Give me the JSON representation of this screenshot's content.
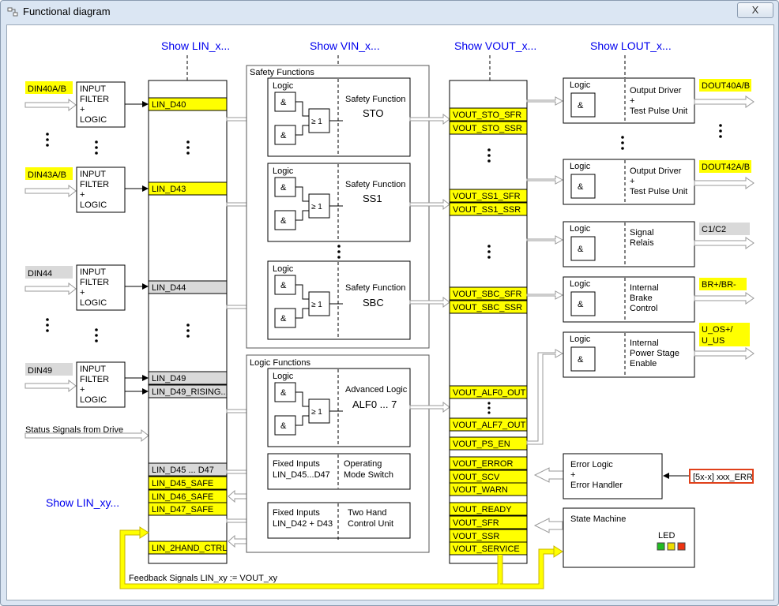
{
  "window": {
    "title": "Functional diagram",
    "close_label": "X"
  },
  "links": {
    "show_lin": "Show LIN_x...",
    "show_vin": "Show VIN_x...",
    "show_vout": "Show VOUT_x...",
    "show_lout": "Show LOUT_x...",
    "show_lin_xy": "Show LIN_xy..."
  },
  "inputs": [
    {
      "label": "DIN40A/B",
      "color": "#ffff00"
    },
    {
      "label": "DIN43A/B",
      "color": "#ffff00"
    },
    {
      "label": "DIN44",
      "color": "#d9d9d9"
    },
    {
      "label": "DIN49",
      "color": "#d9d9d9"
    }
  ],
  "input_filter": [
    "INPUT",
    "FILTER",
    "+",
    "LOGIC"
  ],
  "status_signals": "Status Signals from Drive",
  "lin_signals": {
    "d40": "LIN_D40",
    "d43": "LIN_D43",
    "d44": "LIN_D44",
    "d49": "LIN_D49",
    "d49_rising": "LIN_D49_RISING...",
    "d45_47": "LIN_D45 ... D47",
    "d45_safe": "LIN_D45_SAFE",
    "d46_safe": "LIN_D46_SAFE",
    "d47_safe": "LIN_D47_SAFE",
    "hand": "LIN_2HAND_CTRL"
  },
  "groups": {
    "safety": "Safety Functions",
    "logic": "Logic Functions"
  },
  "blocks": {
    "logic": "Logic",
    "and": "&",
    "or": "≥ 1",
    "sto_title": "Safety Function",
    "sto_name": "STO",
    "ss1_title": "Safety Function",
    "ss1_name": "SS1",
    "sbc_title": "Safety Function",
    "sbc_name": "SBC",
    "alf_title": "Advanced Logic",
    "alf_name": "ALF0 ... 7",
    "fixed1_a": "Fixed Inputs",
    "fixed1_b": "LIN_D45...D47",
    "oms_a": "Operating",
    "oms_b": "Mode Switch",
    "fixed2_a": "Fixed Inputs",
    "fixed2_b": "LIN_D42 + D43",
    "thc_a": "Two Hand",
    "thc_b": "Control Unit"
  },
  "vout_signals": {
    "sto_sfr": "VOUT_STO_SFR",
    "sto_ssr": "VOUT_STO_SSR",
    "ss1_sfr": "VOUT_SS1_SFR",
    "ss1_ssr": "VOUT_SS1_SSR",
    "sbc_sfr": "VOUT_SBC_SFR",
    "sbc_ssr": "VOUT_SBC_SSR",
    "alf0": "VOUT_ALF0_OUT",
    "alf7": "VOUT_ALF7_OUT",
    "ps_en": "VOUT_PS_EN",
    "error": "VOUT_ERROR",
    "scv": "VOUT_SCV",
    "warn": "VOUT_WARN",
    "ready": "VOUT_READY",
    "sfr": "VOUT_SFR",
    "ssr": "VOUT_SSR",
    "service": "VOUT_SERVICE"
  },
  "outputs": [
    {
      "logic": "Logic",
      "desc": [
        "Output Driver",
        "+",
        "Test Pulse Unit"
      ],
      "label": "DOUT40A/B",
      "color": "#ffff00"
    },
    {
      "logic": "Logic",
      "desc": [
        "Output Driver",
        "+",
        "Test Pulse Unit"
      ],
      "label": "DOUT42A/B",
      "color": "#ffff00"
    },
    {
      "logic": "Logic",
      "desc": [
        "Signal",
        "Relais"
      ],
      "label": "C1/C2",
      "color": "#d9d9d9"
    },
    {
      "logic": "Logic",
      "desc": [
        "Internal",
        "Brake",
        "Control"
      ],
      "label": "BR+/BR-",
      "color": "#ffff00"
    },
    {
      "logic": "Logic",
      "desc": [
        "Internal",
        "Power Stage",
        "Enable"
      ],
      "label": "U_OS+/\nU_US",
      "color": "#ffff00"
    }
  ],
  "output_label_u": [
    "U_OS+/",
    "U_US"
  ],
  "error_logic": [
    "Error Logic",
    "+",
    "Error Handler"
  ],
  "error_input": "[5x-x] xxx_ERR",
  "state_machine": "State Machine",
  "led": {
    "label": "LED",
    "colors": [
      "#22bb22",
      "#eedd00",
      "#ee3311"
    ]
  },
  "feedback": "Feedback Signals LIN_xy := VOUT_xy",
  "colors": {
    "active": "#ffff00",
    "inactive": "#d9d9d9",
    "link": "#0000ee",
    "error_border": "#e0401a"
  }
}
